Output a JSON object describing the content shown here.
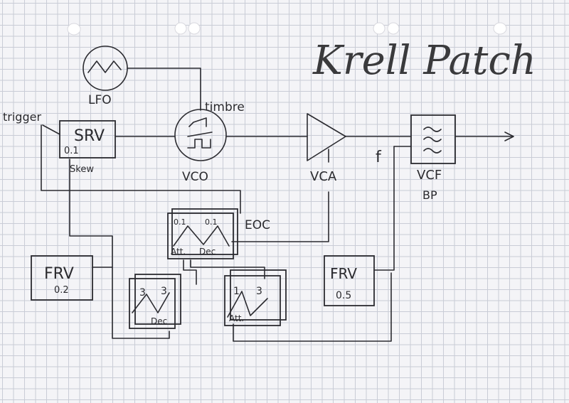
{
  "title": "Krell Patch",
  "labels": {
    "lfo": "LFO",
    "timbre": "timbre",
    "trigger": "trigger",
    "srv": "SRV",
    "srv_value": "0.1",
    "skew": "Skew",
    "vco": "VCO",
    "vca": "VCA",
    "f": "f",
    "vcf": "VCF",
    "vcf_mode": "BP",
    "eoc": "EOC",
    "env_att_time": "0.1",
    "env_dec_time": "0.1",
    "env_att_label": "Att.",
    "env_dec_label": "Dec",
    "frv_left": "FRV",
    "frv_left_value": "0.2",
    "frv_right": "FRV",
    "frv_right_value": "0.5",
    "dec_box_v1": "3",
    "dec_box_v2": "3",
    "dec_box_label": "Dec",
    "att_box_v1": "1",
    "att_box_v2": "3",
    "att_box_label": "Att."
  }
}
